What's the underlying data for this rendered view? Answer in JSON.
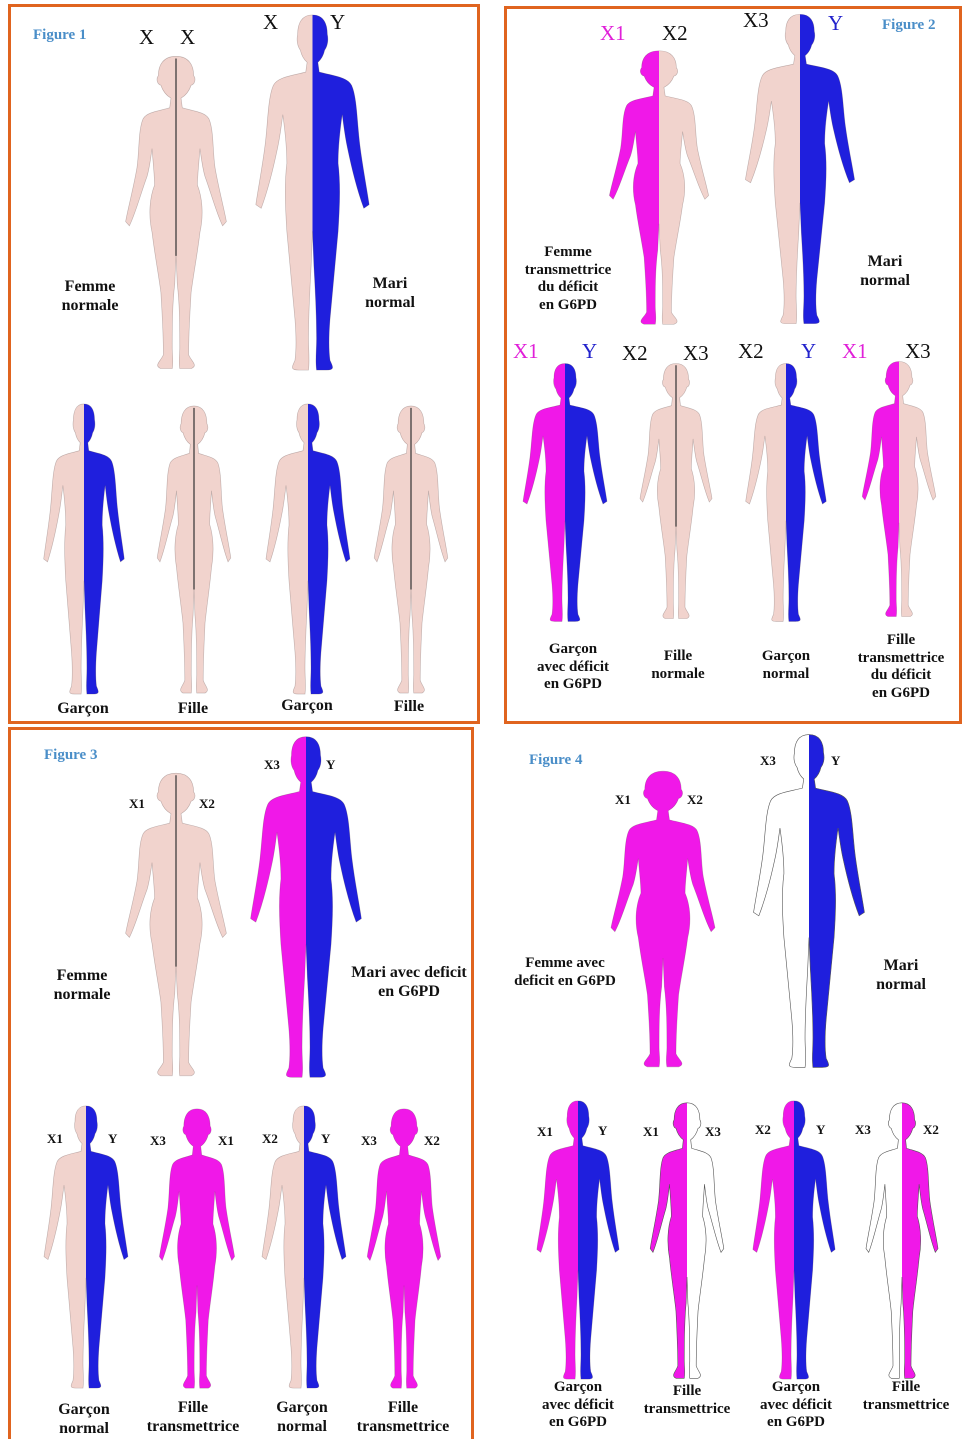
{
  "colors": {
    "normal_x": "#f1d3cd",
    "y": "#1f1fdd",
    "deficient_x": "#f018e8",
    "outline_x": "#ffffff",
    "frame": "#e0641f",
    "title": "#4a8ec8"
  },
  "figure1": {
    "title": "Figure 1",
    "mother": {
      "label": "Femme\nnormale",
      "left_chrom": "X",
      "right_chrom": "X"
    },
    "father": {
      "label": "Mari\nnormal",
      "left_chrom": "X",
      "right_chrom": "Y"
    },
    "children": [
      "Garçon",
      "Fille",
      "Garçon",
      "Fille"
    ]
  },
  "figure2": {
    "title": "Figure 2",
    "mother": {
      "label": "Femme\ntransmettrice\ndu déficit\nen G6PD",
      "left_chrom": "X1",
      "right_chrom": "X2"
    },
    "father": {
      "label": "Mari\nnormal",
      "left_chrom": "X3",
      "right_chrom": "Y"
    },
    "children": [
      {
        "label": "Garçon\navec déficit\nen G6PD",
        "left_chrom": "X1",
        "right_chrom": "Y"
      },
      {
        "label": "Fille\nnormale",
        "left_chrom": "X2",
        "right_chrom": "X3"
      },
      {
        "label": "Garçon\nnormal",
        "left_chrom": "X2",
        "right_chrom": "Y"
      },
      {
        "label": "Fille\ntransmettrice\ndu déficit\nen G6PD",
        "left_chrom": "X1",
        "right_chrom": "X3"
      }
    ]
  },
  "figure3": {
    "title": "Figure 3",
    "mother": {
      "label": "Femme\nnormale",
      "left_chrom": "X1",
      "right_chrom": "X2"
    },
    "father": {
      "label": "Mari avec deficit\nen G6PD",
      "left_chrom": "X3",
      "right_chrom": "Y"
    },
    "children": [
      {
        "label": "Garçon\nnormal",
        "left_chrom": "X1",
        "right_chrom": "Y"
      },
      {
        "label": "Fille\ntransmettrice",
        "left_chrom": "X3",
        "right_chrom": "X1"
      },
      {
        "label": "Garçon\nnormal",
        "left_chrom": "X2",
        "right_chrom": "Y"
      },
      {
        "label": "Fille\ntransmettrice",
        "left_chrom": "X3",
        "right_chrom": "X2"
      }
    ]
  },
  "figure4": {
    "title": "Figure 4",
    "mother": {
      "label": "Femme avec\ndeficit en G6PD",
      "left_chrom": "X1",
      "right_chrom": "X2"
    },
    "father": {
      "label": "Mari\nnormal",
      "left_chrom": "X3",
      "right_chrom": "Y"
    },
    "children": [
      {
        "label": "Garçon\navec déficit\nen G6PD",
        "left_chrom": "X1",
        "right_chrom": "Y"
      },
      {
        "label": "Fille\ntransmettrice",
        "left_chrom": "X1",
        "right_chrom": "X3"
      },
      {
        "label": "Garçon\navec déficit\nen G6PD",
        "left_chrom": "X2",
        "right_chrom": "Y"
      },
      {
        "label": "Fille\ntransmettrice",
        "left_chrom": "X3",
        "right_chrom": "X2"
      }
    ]
  }
}
